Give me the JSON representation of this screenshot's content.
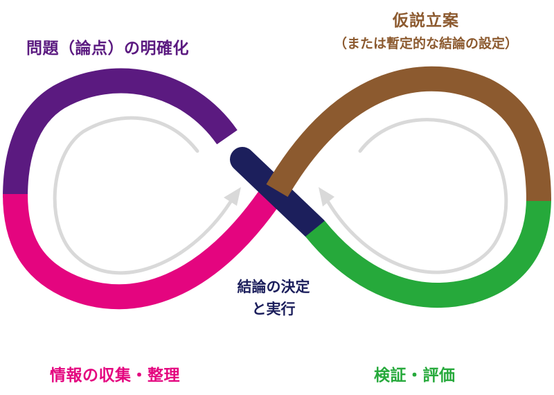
{
  "labels": {
    "problem_definition": "問題（論点）の明確化",
    "hypothesis_title": "仮説立案",
    "hypothesis_sub": "（または暫定的な結論の設定）",
    "information_collection": "情報の収集・整理",
    "verification": "検証・評価",
    "decision_line1": "結論の決定",
    "decision_line2": "と実行"
  },
  "colors": {
    "problem": "#5b1a80",
    "hypothesis": "#8c5a2f",
    "collection": "#e4057f",
    "verification": "#26a93b",
    "decision": "#1c1f5c",
    "inner_arrow": "#d9d9d9"
  }
}
